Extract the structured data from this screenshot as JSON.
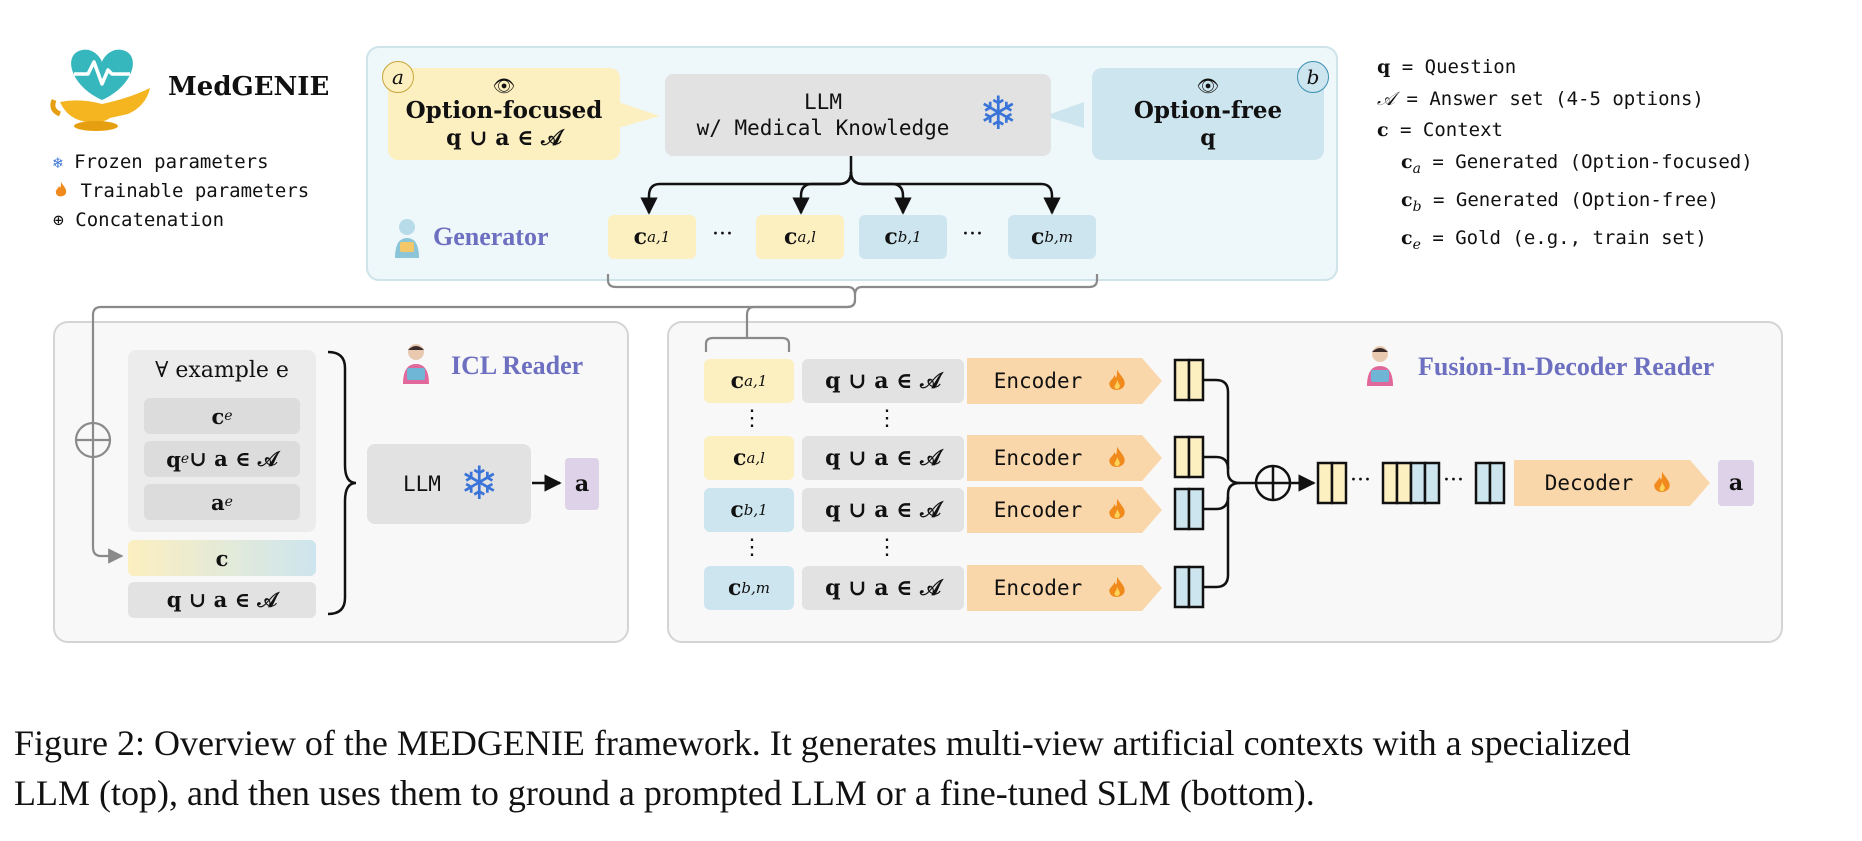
{
  "title": "MedGENIE",
  "legend": {
    "frozen": "Frozen parameters",
    "trainable": "Trainable parameters",
    "concat": "Concatenation"
  },
  "generator": {
    "label": "Generator",
    "llm_line1": "LLM",
    "llm_line2": "w/ Medical Knowledge",
    "option_focused": {
      "badge": "a",
      "title": "Option-focused",
      "expr": "q ∪ a ∈ 𝒜"
    },
    "option_free": {
      "badge": "b",
      "title": "Option-free",
      "expr": "q"
    },
    "contexts": [
      "c",
      "c",
      "c",
      "c"
    ],
    "context_subs": [
      "a,1",
      "a,l",
      "b,1",
      "b,m"
    ],
    "ellipsis": "···"
  },
  "definitions": [
    {
      "sym": "q",
      "def": "= Question"
    },
    {
      "sym": "𝒜",
      "def": "= Answer set (4-5 options)"
    },
    {
      "sym": "c",
      "def": "= Context"
    },
    {
      "sym": "c",
      "sub": "a",
      "def": "= Generated (Option-focused)"
    },
    {
      "sym": "c",
      "sub": "b",
      "def": "= Generated (Option-free)"
    },
    {
      "sym": "c",
      "sub": "e",
      "def": "= Gold (e.g., train set)"
    }
  ],
  "icl_reader": {
    "label": "ICL Reader",
    "example_header": "∀ example e",
    "ce": "c",
    "ce_sub": "e",
    "qe": "q",
    "qe_sub": "e",
    "qe_rest": " ∪ a ∈ 𝒜",
    "ae": "a",
    "ae_sub": "e",
    "c": "c",
    "qa": "q ∪ a ∈ 𝒜",
    "llm": "LLM",
    "output": "a"
  },
  "fid_reader": {
    "label": "Fusion-In-Decoder Reader",
    "rows": [
      {
        "ctx": "c",
        "sub": "a,1",
        "qa": "q ∪ a ∈ 𝒜",
        "encoder": "Encoder"
      },
      {
        "ctx": "c",
        "sub": "a,l",
        "qa": "q ∪ a ∈ 𝒜",
        "encoder": "Encoder"
      },
      {
        "ctx": "c",
        "sub": "b,1",
        "qa": "q ∪ a ∈ 𝒜",
        "encoder": "Encoder"
      },
      {
        "ctx": "c",
        "sub": "b,m",
        "qa": "q ∪ a ∈ 𝒜",
        "encoder": "Encoder"
      }
    ],
    "vdots": "⋮",
    "ellipsis": "···",
    "decoder": "Decoder",
    "output": "a"
  },
  "caption": {
    "line1_pre": "Figure 2: Overview of the M",
    "line1_sc": "ED",
    "line1_post": "GENIE framework. It generates multi-view artificial contexts with a specialized",
    "line2": "LLM (top), and then uses them to ground a prompted LLM or a fine-tuned SLM (bottom)."
  },
  "colors": {
    "yellow": "#fcefc0",
    "blue": "#cde5ee",
    "gray": "#e2e2e2",
    "peach": "#fad7aa",
    "purple": "#ddd2e8",
    "header": "#6d6fc0",
    "snowflake": "#3a74d8",
    "flame": "#f08a1c"
  }
}
